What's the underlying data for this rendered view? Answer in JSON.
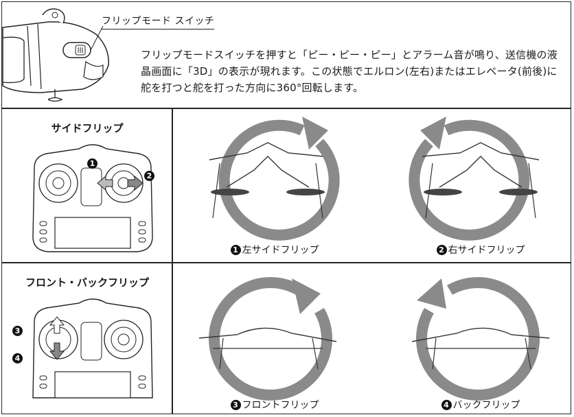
{
  "header": {
    "switch_label": "フリップモード スイッチ",
    "description": "フリップモードスイッチを押すと「ピー・ピー・ピー」とアラーム音が鳴り、送信機の液晶画面に「3D」の表示が現れます。この状態でエルロン(左右)またはエレベータ(前後)に舵を打つと舵を打った方向に360°回転します。"
  },
  "side_flip": {
    "title": "サイドフリップ",
    "markers": [
      "1",
      "2"
    ],
    "captions": [
      {
        "marker": "1",
        "text": "左サイドフリップ"
      },
      {
        "marker": "2",
        "text": "右サイドフリップ"
      }
    ]
  },
  "front_back_flip": {
    "title": "フロント・バックフリップ",
    "markers": [
      "3",
      "4"
    ],
    "captions": [
      {
        "marker": "3",
        "text": "フロントフリップ"
      },
      {
        "marker": "4",
        "text": "バックフリップ"
      }
    ]
  },
  "colors": {
    "border": "#222222",
    "arrow_gray": "#8a8a8a",
    "drone_line": "#333333"
  }
}
